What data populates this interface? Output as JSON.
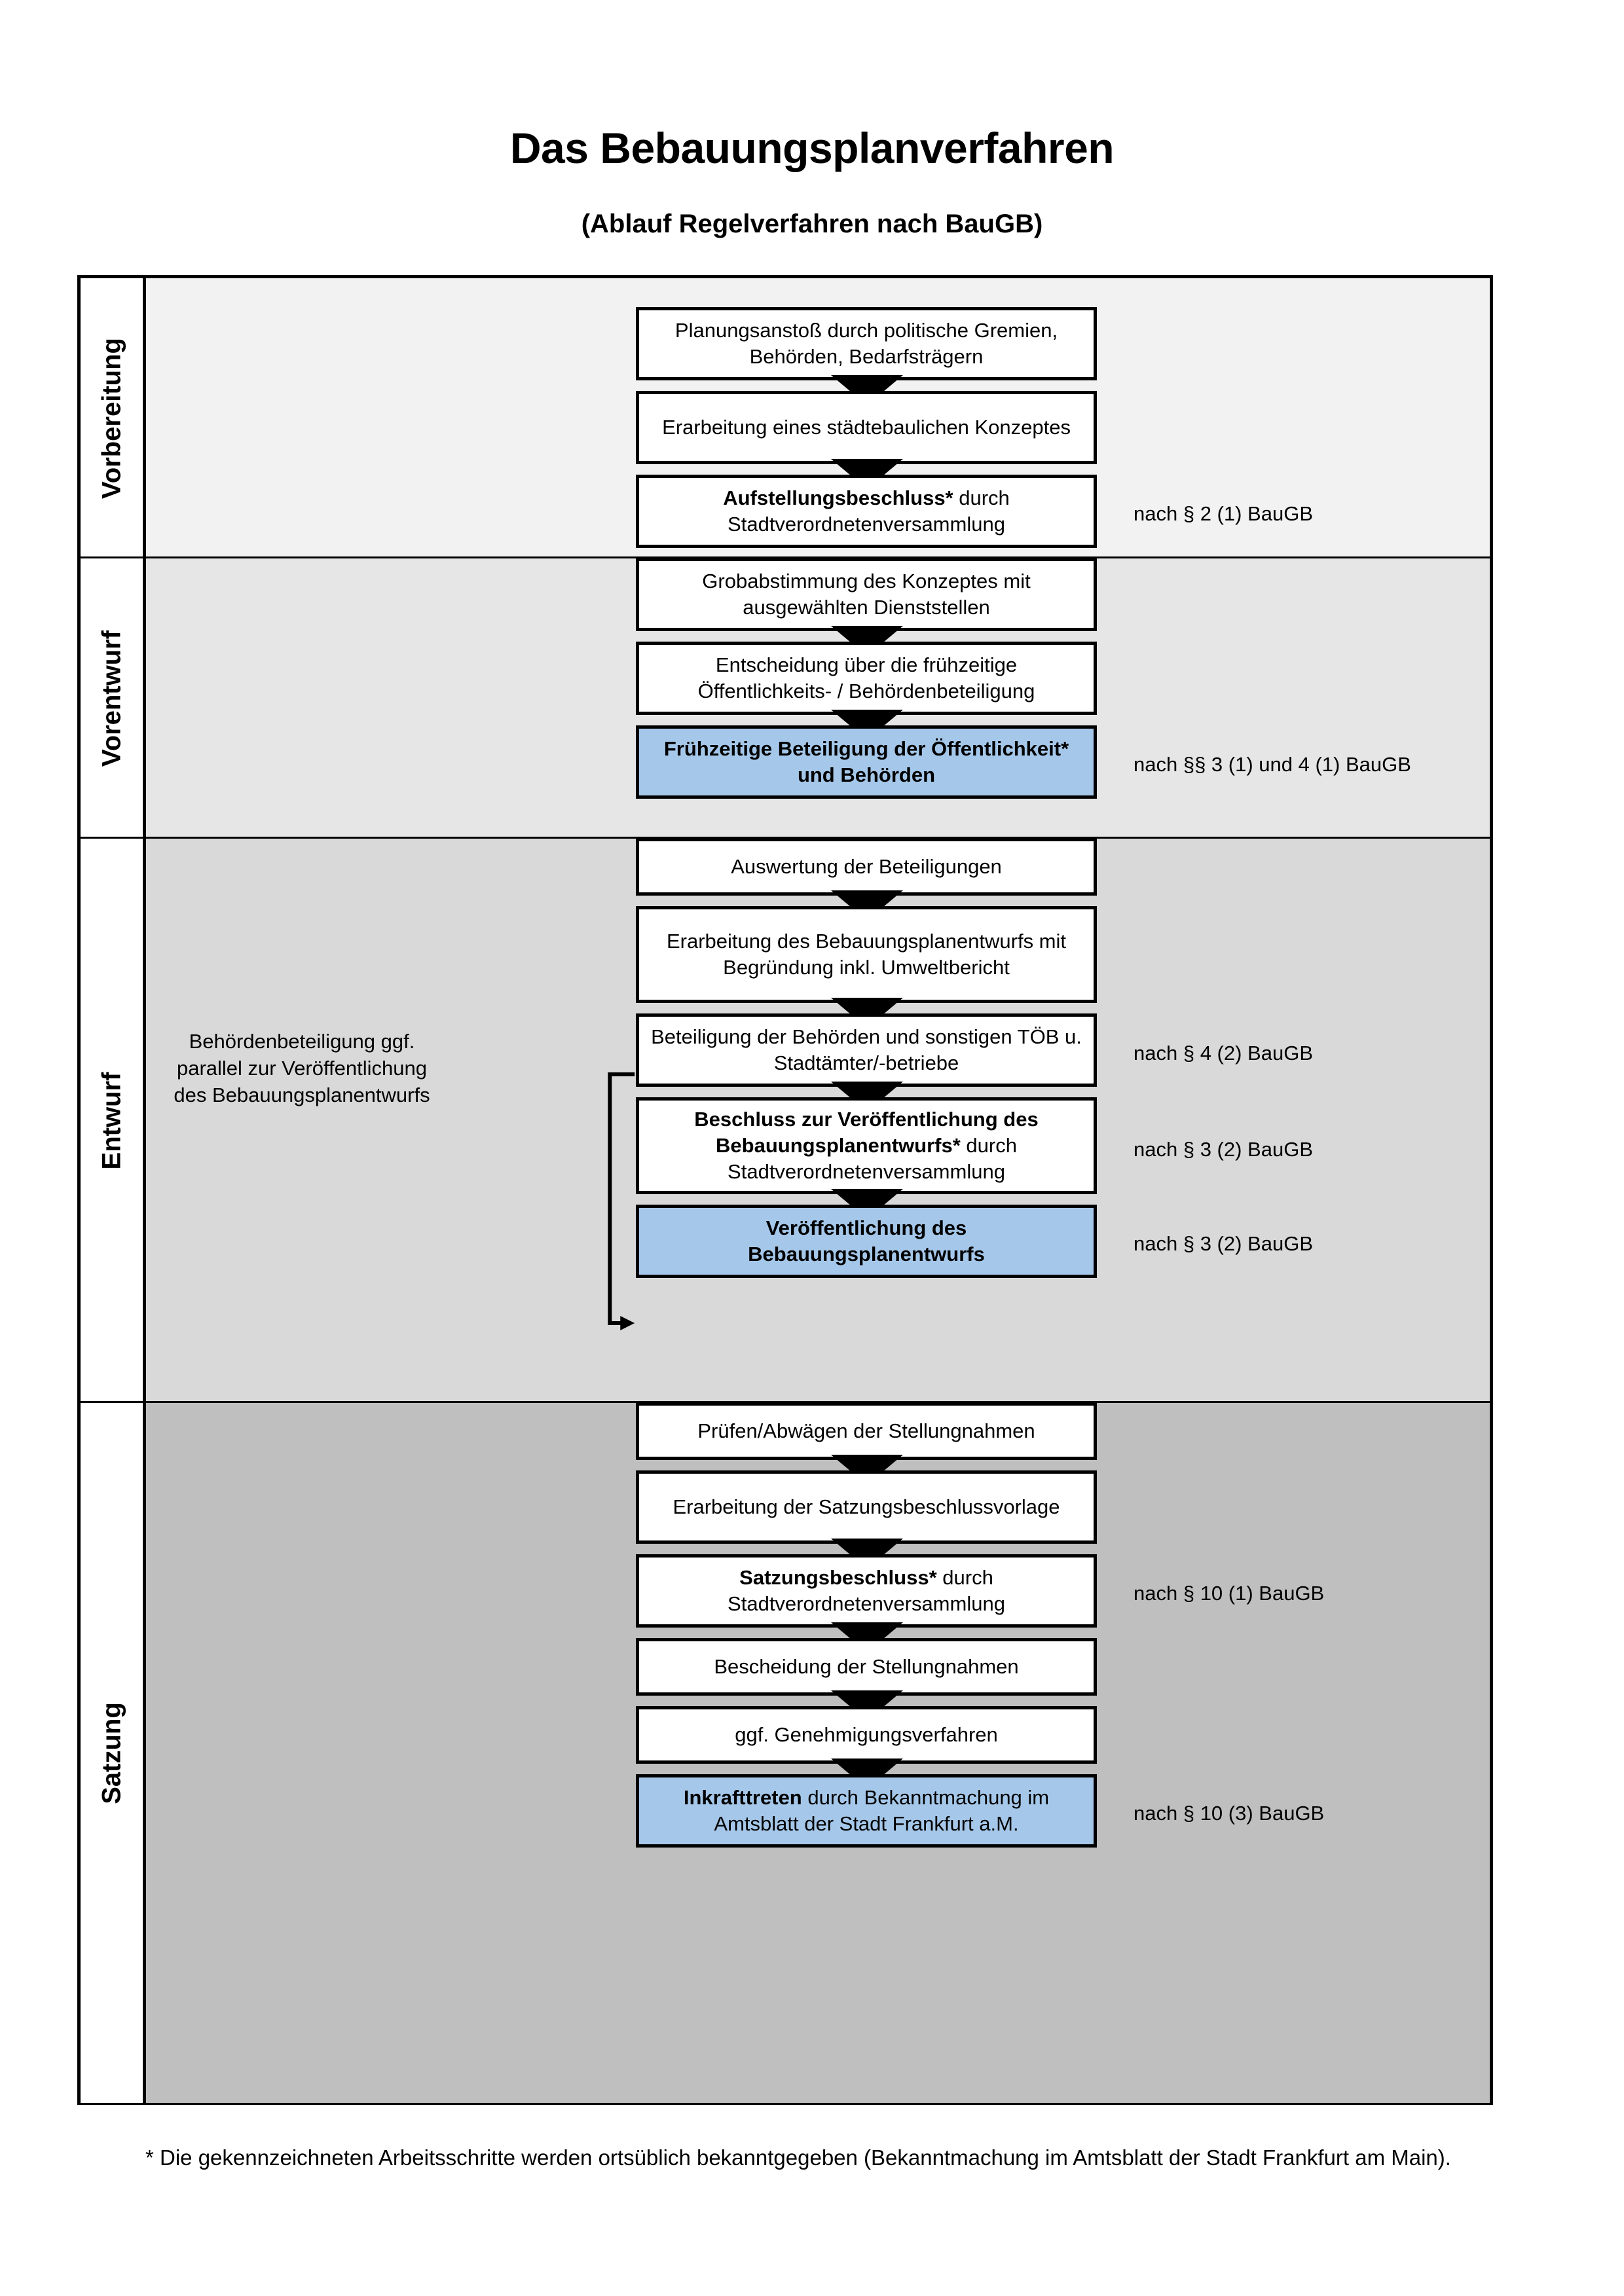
{
  "title": "Das Bebauungsplanverfahren",
  "subtitle": "(Ablauf Regelverfahren nach BauGB)",
  "colors": {
    "highlight_blue": "#a5c8ea",
    "band_vorbereitung": "#f2f2f2",
    "band_vorentwurf": "#e6e6e6",
    "band_entwurf": "#d9d9d9",
    "band_satzung": "#bfbfbf",
    "border": "#000000"
  },
  "sections": [
    {
      "label": "Vorbereitung",
      "steps": [
        {
          "text": "Planungsanstoß durch politische Gremien, Behörden, Bedarfsträgern",
          "bold_prefix": "",
          "highlight": false
        },
        {
          "text": "Erarbeitung eines städtebaulichen Konzeptes",
          "bold_prefix": "",
          "highlight": false
        },
        {
          "text": " durch Stadtverordnetenversammlung",
          "bold_prefix": "Aufstellungsbeschluss*",
          "highlight": false
        }
      ],
      "legal": [
        "nach § 2 (1) BauGB"
      ]
    },
    {
      "label": "Vorentwurf",
      "steps": [
        {
          "text": "Grobabstimmung des Konzeptes mit ausgewählten Dienststellen",
          "bold_prefix": "",
          "highlight": false
        },
        {
          "text": "Entscheidung über die frühzeitige Öffentlichkeits- / Behördenbeteiligung",
          "bold_prefix": "",
          "highlight": false
        },
        {
          "text": "",
          "bold_prefix": "Frühzeitige Beteiligung der Öffentlichkeit* und Behörden",
          "highlight": true
        }
      ],
      "legal": [
        "nach §§ 3 (1) und 4 (1) BauGB"
      ]
    },
    {
      "label": "Entwurf",
      "side_note": "Behördenbeteiligung ggf. parallel zur Veröffentlichung des Bebauungsplanentwurfs",
      "steps": [
        {
          "text": "Auswertung der Beteiligungen",
          "bold_prefix": "",
          "highlight": false
        },
        {
          "text": "Erarbeitung des Bebauungsplanentwurfs mit Begründung inkl. Umweltbericht",
          "bold_prefix": "",
          "highlight": false
        },
        {
          "text": "Beteiligung der Behörden und sonstigen TÖB u. Stadtämter/-betriebe",
          "bold_prefix": "",
          "highlight": false
        },
        {
          "text": " durch Stadtverordnetenversammlung",
          "bold_prefix": "Beschluss zur Veröffentlichung des Bebauungsplanentwurfs*",
          "highlight": false
        },
        {
          "text": "",
          "bold_prefix": "Veröffentlichung des Bebauungsplanentwurfs",
          "highlight": true
        }
      ],
      "legal": [
        "nach § 4 (2) BauGB",
        "nach § 3 (2) BauGB",
        "nach § 3 (2) BauGB"
      ]
    },
    {
      "label": "Satzung",
      "steps": [
        {
          "text": "Prüfen/Abwägen der Stellungnahmen",
          "bold_prefix": "",
          "highlight": false
        },
        {
          "text": "Erarbeitung der Satzungsbeschlussvorlage",
          "bold_prefix": "",
          "highlight": false
        },
        {
          "text": " durch Stadtverordnetenversammlung",
          "bold_prefix": "Satzungsbeschluss*",
          "highlight": false
        },
        {
          "text": "Bescheidung der Stellungnahmen",
          "bold_prefix": "",
          "highlight": false
        },
        {
          "text": "ggf. Genehmigungsverfahren",
          "bold_prefix": "",
          "highlight": false
        },
        {
          "text": " durch Bekanntmachung im Amtsblatt der Stadt Frankfurt a.M.",
          "bold_prefix": "Inkrafttreten",
          "highlight": true
        }
      ],
      "legal": [
        "nach § 10 (1) BauGB",
        "nach § 10 (3) BauGB"
      ]
    }
  ],
  "footnote": "* Die gekennzeichneten Arbeitsschritte werden ortsüblich bekanntgegeben (Bekanntmachung im Amtsblatt  der Stadt Frankfurt am Main)."
}
